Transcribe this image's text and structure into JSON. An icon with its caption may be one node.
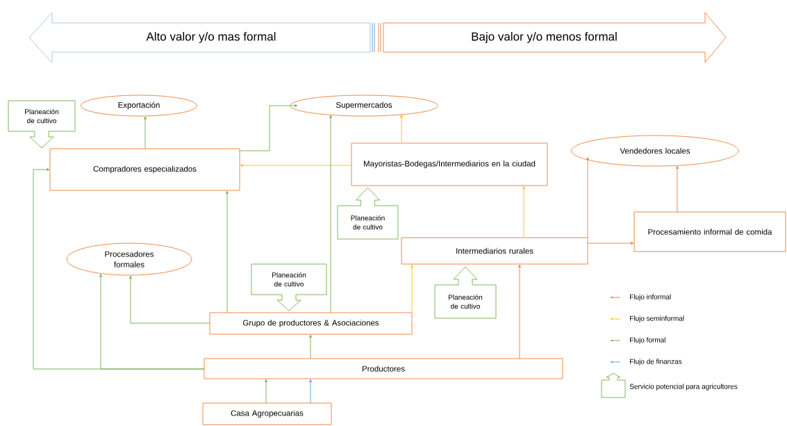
{
  "diagram": {
    "nodes": [
      {
        "text": [
          "Alto valor y/o mas formal"
        ]
      },
      {
        "text": [
          "Bajo valor y/o menos formal"
        ]
      },
      {
        "text": [
          "Planeación de cultivo"
        ]
      },
      {
        "text": [
          "Exportación"
        ]
      },
      {
        "text": [
          "Supermercados"
        ]
      },
      {
        "text": [
          "Compradores especializados"
        ]
      },
      {
        "text": [
          "Mayoristas-Bodegas/Intermediarios en la ciudad"
        ]
      },
      {
        "text": [
          "Planeación de cultivo"
        ]
      },
      {
        "text": [
          "Vendedores locales"
        ]
      },
      {
        "text": [
          "Procesadores formales"
        ]
      },
      {
        "text": [
          "Intermediarios rurales"
        ]
      },
      {
        "text": [
          "Procesamiento informal de comida"
        ]
      },
      {
        "text": [
          "Planeación de cultivo"
        ]
      },
      {
        "text": [
          "Planeación de cultivo"
        ]
      },
      {
        "text": [
          "Grupo de productores & Asociaciones"
        ]
      },
      {
        "text": [
          "Productores"
        ]
      },
      {
        "text": [
          "Casa Agropecuarias"
        ]
      }
    ],
    "edges": [
      {
        "from": 5,
        "to": 3,
        "arrow": "to"
      },
      {
        "from": 5,
        "to": 4,
        "arrow": "to"
      },
      {
        "from": 6,
        "to": 5,
        "arrow": "to",
        "color": "#ffc000"
      },
      {
        "from": 6,
        "to": 4,
        "arrow": "to",
        "color": "#ffc000"
      },
      {
        "from": 10,
        "to": 6,
        "arrow": "to",
        "color": "#ffc000"
      },
      {
        "from": 10,
        "to": 8,
        "arrow": "to",
        "color": "#ed7d31"
      },
      {
        "from": 10,
        "to": 11,
        "arrow": "to",
        "color": "#ed7d31"
      },
      {
        "from": 11,
        "to": 8,
        "arrow": "to",
        "color": "#ed7d31"
      },
      {
        "from": 14,
        "to": 5,
        "arrow": "to"
      },
      {
        "from": 14,
        "to": 4,
        "arrow": "to"
      },
      {
        "from": 14,
        "to": 9,
        "arrow": "to"
      },
      {
        "from": 14,
        "to": 10,
        "arrow": "to",
        "color": "#ffc000"
      },
      {
        "from": 15,
        "to": 14,
        "arrow": "to"
      },
      {
        "from": 15,
        "to": 5,
        "arrow": "to"
      },
      {
        "from": 15,
        "to": 9,
        "arrow": "to"
      },
      {
        "from": 15,
        "to": 10,
        "arrow": "to",
        "color": "#ed7d31"
      },
      {
        "from": 16,
        "to": 15,
        "arrow": "to"
      },
      {
        "from": 16,
        "to": 15,
        "arrow": "to",
        "color": "#5b9bd5"
      }
    ],
    "legend": [
      {
        "text": "Flujo informal"
      },
      {
        "text": "Flujo seminformal"
      },
      {
        "text": "Flujo formal"
      },
      {
        "text": "Flujo de finanzas"
      },
      {
        "text": "Servicio potencial para agricultores"
      }
    ]
  }
}
